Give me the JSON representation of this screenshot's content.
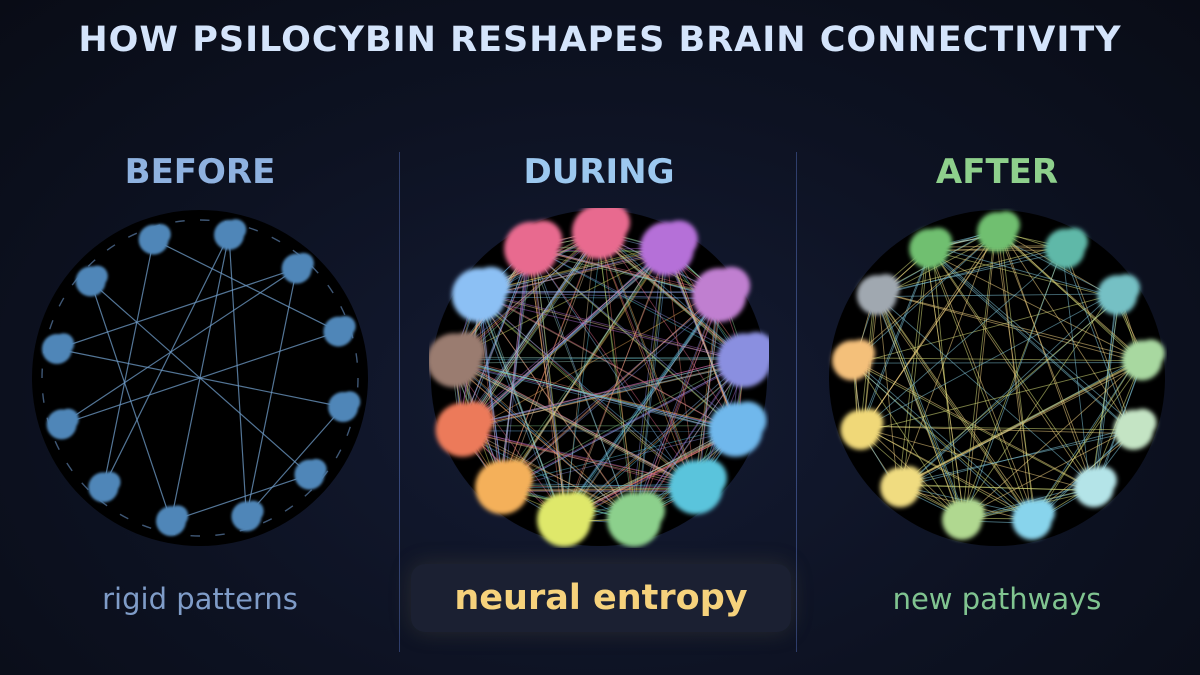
{
  "title": "HOW PSILOCYBIN RESHAPES BRAIN CONNECTIVITY",
  "panels": [
    {
      "heading": "BEFORE",
      "caption": "rigid patterns",
      "heading_color": "#8fb2e0",
      "caption_color": "#7f9cc8",
      "node_colors": [
        "#4f86b8"
      ],
      "edge_color": "#6f9cc8"
    },
    {
      "heading": "DURING",
      "caption": "neural entropy",
      "heading_color": "#9cc8ef",
      "caption_color": "#f6d27c",
      "node_colors": [
        "#e86b8f",
        "#b56fd8",
        "#c07fd0",
        "#8a8fe0",
        "#6fb8ec",
        "#5ac4dc",
        "#8cd08c",
        "#dfe86a",
        "#f4b05a",
        "#ec7a5a",
        "#9a7b70",
        "#8cc0f4"
      ],
      "edge_color": "#e7c89a"
    },
    {
      "heading": "AFTER",
      "caption": "new pathways",
      "heading_color": "#8ed08c",
      "caption_color": "#80c490",
      "node_colors": [
        "#6fbf6f",
        "#5fb8a8",
        "#74c0c4",
        "#a8d8a0",
        "#c4e4c4",
        "#b4e4e8",
        "#88d4ec",
        "#b0d890",
        "#f0dc80",
        "#f0d878",
        "#f4c07a",
        "#a0a8b0"
      ],
      "edge_color": "#d8e07a"
    }
  ]
}
